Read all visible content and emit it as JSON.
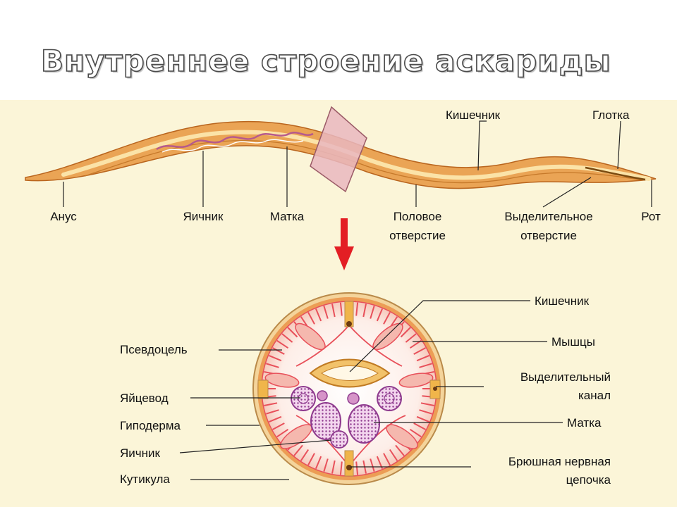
{
  "title": "Внутреннее строение аскариды",
  "worm_labels": {
    "intestine": "Кишечник",
    "pharynx": "Глотка",
    "anus": "Анус",
    "ovary": "Яичник",
    "uterus": "Матка",
    "genital_opening_1": "Половое",
    "genital_opening_2": "отверстие",
    "excretory_opening_1": "Выделительное",
    "excretory_opening_2": "отверстие",
    "mouth": "Рот"
  },
  "section_labels": {
    "intestine": "Кишечник",
    "muscles": "Мышцы",
    "excretory_canal_1": "Выделительный",
    "excretory_canal_2": "канал",
    "uterus": "Матка",
    "nerve_cord_1": "Брюшная нервная",
    "nerve_cord_2": "цепочка",
    "pseudocoel": "Псевдоцель",
    "oviduct": "Яйцевод",
    "hypodermis": "Гиподерма",
    "ovary": "Яичник",
    "cuticle": "Кутикула"
  },
  "colors": {
    "panel_bg": "#fbf5d8",
    "worm_body": "#e9a24e",
    "arrow": "#e31e24",
    "muscle": "#e8505a",
    "uterus": "#8e3a8e"
  }
}
